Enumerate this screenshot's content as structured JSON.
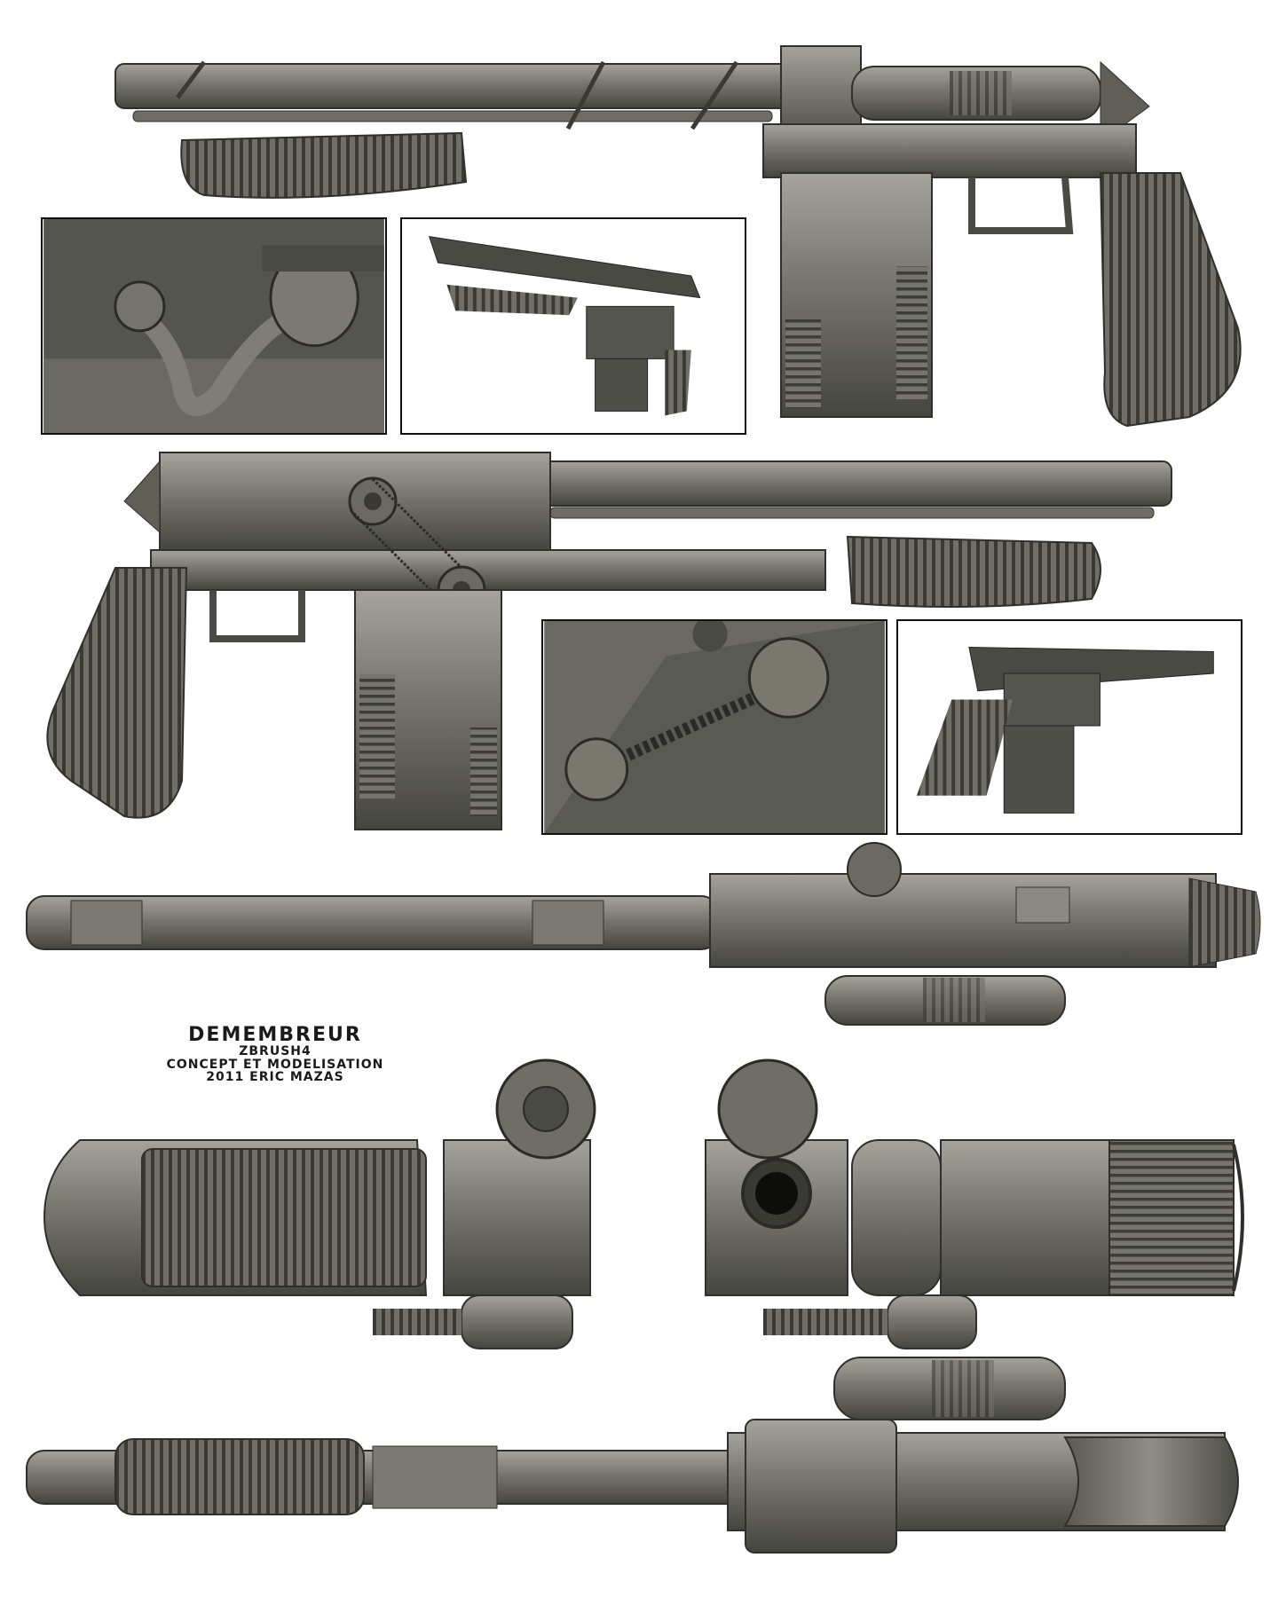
{
  "credits": {
    "title": "DEMEMBREUR",
    "software": "ZBRUSH4",
    "role": "CONCEPT ET MODELISATION",
    "author": "2011 ERIC MAZAS"
  },
  "colors": {
    "background": "#ffffff",
    "metal_light": "#8a8a82",
    "metal_mid": "#6b6b64",
    "metal_dark": "#3c3c38",
    "frame": "#111111"
  },
  "views": [
    {
      "name": "side-view-right",
      "kind": "orthographic"
    },
    {
      "name": "side-view-left",
      "kind": "orthographic"
    },
    {
      "name": "top-view",
      "kind": "orthographic"
    },
    {
      "name": "rear-view",
      "kind": "orthographic"
    },
    {
      "name": "front-view",
      "kind": "orthographic"
    },
    {
      "name": "bottom-view",
      "kind": "orthographic"
    }
  ],
  "insets": [
    {
      "name": "inset-hose-closeup"
    },
    {
      "name": "inset-perspective-1"
    },
    {
      "name": "inset-chain-closeup"
    },
    {
      "name": "inset-perspective-2"
    }
  ]
}
